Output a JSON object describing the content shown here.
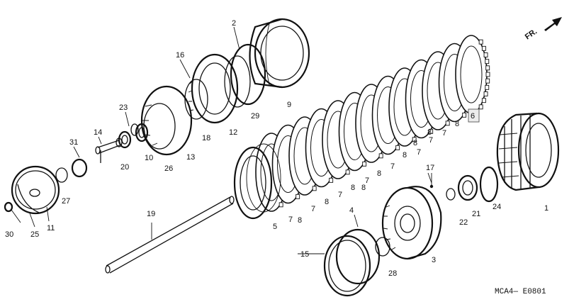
{
  "diagram": {
    "direction_marker": "FR.",
    "drawing_code": "MCA4— E0801",
    "highlighted_part": "6",
    "part_numbers": {
      "p1": "1",
      "p2": "2",
      "p3": "3",
      "p4": "4",
      "p5": "5",
      "p6": "6",
      "p7a": "7",
      "p7b": "7",
      "p7c": "7",
      "p7d": "7",
      "p7e": "7",
      "p7f": "7",
      "p7g": "7",
      "p7h": "7",
      "p8a": "8",
      "p8b": "8",
      "p8c": "8",
      "p8d": "8",
      "p8e": "8",
      "p8f": "8",
      "p8g": "8",
      "p8h": "8",
      "p8i": "8",
      "p9": "9",
      "p10": "10",
      "p11": "11",
      "p12": "12",
      "p13": "13",
      "p14": "14",
      "p15": "15",
      "p16": "16",
      "p17": "17",
      "p18": "18",
      "p19": "19",
      "p20": "20",
      "p21": "21",
      "p22": "22",
      "p23": "23",
      "p24": "24",
      "p25": "25",
      "p26": "26",
      "p27": "27",
      "p28": "28",
      "p29": "29",
      "p30": "30",
      "p31": "31"
    }
  }
}
